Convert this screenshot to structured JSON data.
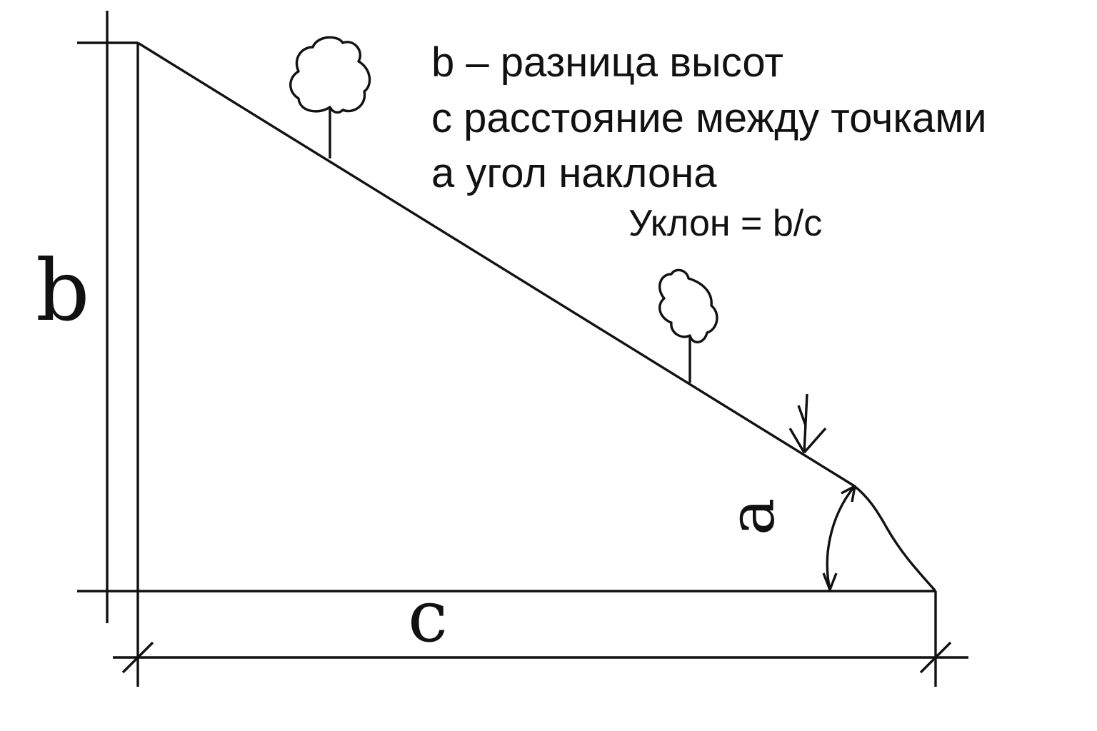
{
  "labels": {
    "side_b": "b",
    "side_c": "c",
    "angle_a": "a"
  },
  "legend": {
    "line_b": "b – разница высот",
    "line_c": "c расстояние между точками",
    "line_a": "a угол наклона"
  },
  "formula": "Уклон = b/c",
  "colors": {
    "ink": "#111111",
    "background": "#ffffff"
  },
  "icons": [
    "tree-icon",
    "tree-icon",
    "grass-icon",
    "angle-arc-arrow-icon"
  ]
}
